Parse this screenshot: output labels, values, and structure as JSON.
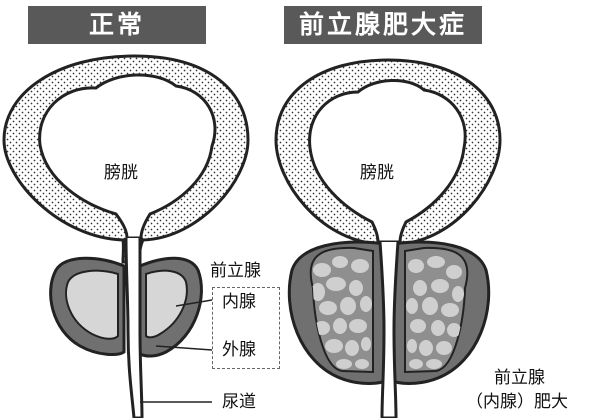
{
  "left_panel": {
    "title": "正常",
    "bladder_label": "膀胱"
  },
  "right_panel": {
    "title": "前立腺肥大症",
    "bladder_label": "膀胱"
  },
  "labels": {
    "prostate": "前立腺",
    "inner_gland": "内腺",
    "outer_gland": "外腺",
    "urethra": "尿道",
    "bph_line1": "前立腺",
    "bph_line2": "（内腺）肥大"
  },
  "colors": {
    "tag_bg": "#595959",
    "outer_gland": "#707070",
    "inner_gland": "#d6d6d6",
    "enlarged_inner": "#8f8f8f",
    "nodule": "#cfcfcf"
  }
}
